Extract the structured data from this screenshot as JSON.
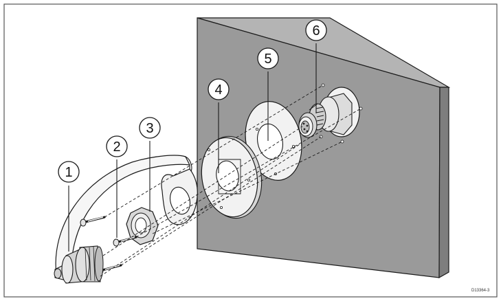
{
  "diagram": {
    "callouts": [
      {
        "number": "1"
      },
      {
        "number": "2"
      },
      {
        "number": "3"
      },
      {
        "number": "4"
      },
      {
        "number": "5"
      },
      {
        "number": "6"
      }
    ],
    "reference_code": "D13364-3"
  },
  "colors": {
    "panel_face": "#9a9a9a",
    "panel_top": "#b4b4b4",
    "panel_side": "#7e7e7e",
    "stroke": "#1a1a1a",
    "part_fill": "#f2f2f2",
    "part_shade": "#d4d4d4",
    "frame": "#555555"
  }
}
